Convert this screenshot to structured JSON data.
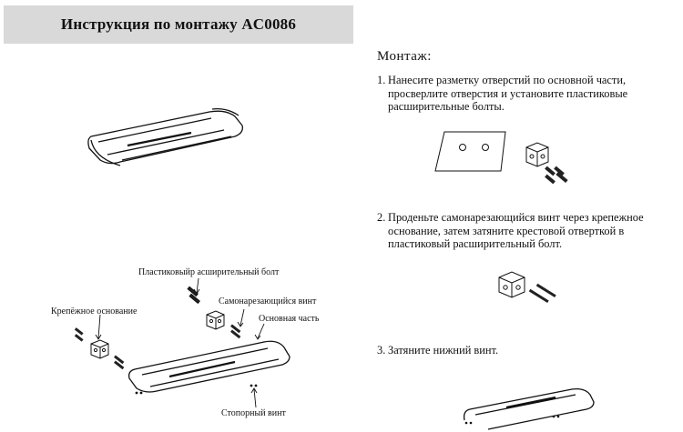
{
  "header": {
    "title": "Инструкция по монтажу AC0086"
  },
  "section": {
    "title": "Монтаж:"
  },
  "steps": [
    {
      "num": "1.",
      "lines": [
        "Нанесите разметку отверстий по основной части,",
        "просверлите отверстия и установите пластиковые",
        "расширительные болты."
      ]
    },
    {
      "num": "2.",
      "lines": [
        "Проденьте самонарезающийся винт через крепежное",
        "основание, затем затяните крестовой отверткой в",
        "пластиковый расширительный болт."
      ]
    },
    {
      "num": "3.",
      "lines": [
        "Затяните нижний винт."
      ]
    }
  ],
  "labels": {
    "plastic_bolt": "Пластиковыйр асширительный болт",
    "self_tapping_screw": "Самонарезающийся винт",
    "mounting_base": "Крепёжное основание",
    "main_part": "Основная часть",
    "set_screw": "Стопорный винт"
  }
}
